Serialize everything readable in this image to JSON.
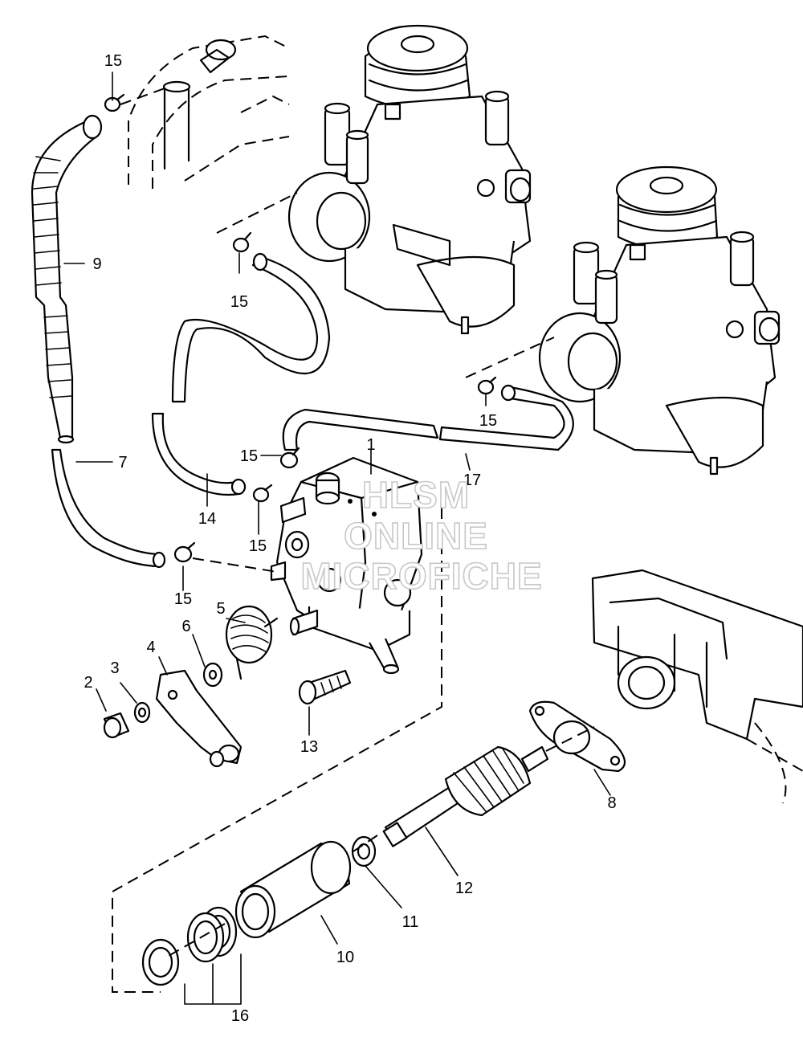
{
  "watermark": {
    "line1": "HLSM",
    "line2": "ONLINE",
    "line3": "MICROFICHE"
  },
  "callouts": [
    {
      "id": "c1",
      "text": "1"
    },
    {
      "id": "c2",
      "text": "2"
    },
    {
      "id": "c3",
      "text": "3"
    },
    {
      "id": "c4",
      "text": "4"
    },
    {
      "id": "c5",
      "text": "5"
    },
    {
      "id": "c6",
      "text": "6"
    },
    {
      "id": "c7",
      "text": "7"
    },
    {
      "id": "c8",
      "text": "8"
    },
    {
      "id": "c9",
      "text": "9"
    },
    {
      "id": "c10",
      "text": "10"
    },
    {
      "id": "c11",
      "text": "11"
    },
    {
      "id": "c12",
      "text": "12"
    },
    {
      "id": "c13",
      "text": "13"
    },
    {
      "id": "c14",
      "text": "14"
    },
    {
      "id": "c15a",
      "text": "15"
    },
    {
      "id": "c15b",
      "text": "15"
    },
    {
      "id": "c15c",
      "text": "15"
    },
    {
      "id": "c15d",
      "text": "15"
    },
    {
      "id": "c15e",
      "text": "15"
    },
    {
      "id": "c15f",
      "text": "15"
    },
    {
      "id": "c16",
      "text": "16"
    },
    {
      "id": "c17",
      "text": "17"
    }
  ]
}
